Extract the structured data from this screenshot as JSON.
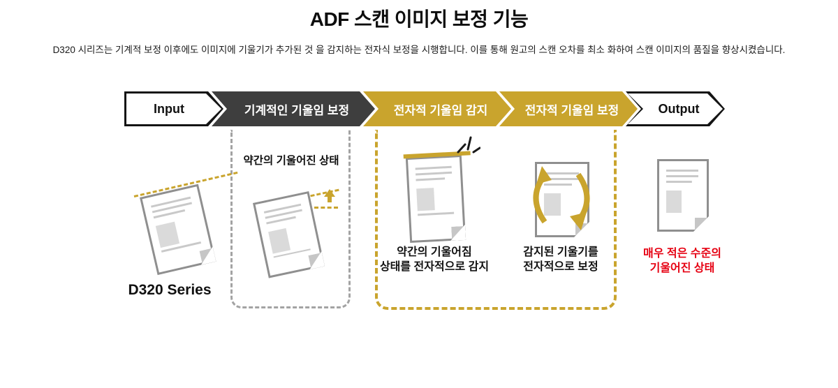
{
  "header": {
    "title": "ADF 스캔 이미지 보정 기능",
    "description": "D320 시리즈는 기계적 보정 이후에도 이미지에 기울기가 추가된 것 을 감지하는 전자식 보정을 시행합니다. 이를 통해 원고의 스캔 오차를 최소 화하여 스캔 이미지의 품질을 향상시켰습니다."
  },
  "flow": {
    "steps": [
      {
        "label": "Input",
        "style": "outline"
      },
      {
        "label": "기계적인 기울임 보정",
        "style": "dark"
      },
      {
        "label": "전자적 기울임 감지",
        "style": "gold"
      },
      {
        "label": "전자적 기울임 보정",
        "style": "gold"
      },
      {
        "label": "Output",
        "style": "outline"
      }
    ]
  },
  "stages": {
    "input": {
      "product_label": "D320 Series"
    },
    "mechanical": {
      "caption": "약간의 기울어진 상태"
    },
    "detection": {
      "caption_line1": "약간의 기울어짐",
      "caption_line2": "상태를 전자적으로 감지"
    },
    "correction": {
      "caption_line1": "감지된 기울기를",
      "caption_line2": "전자적으로 보정"
    },
    "output": {
      "caption_line1": "매우 적은 수준의",
      "caption_line2": "기울어진 상태"
    }
  },
  "colors": {
    "gold": "#C9A42D",
    "dark": "#3E3E3E",
    "red": "#E60012",
    "docBorder": "#8F8F8F"
  }
}
